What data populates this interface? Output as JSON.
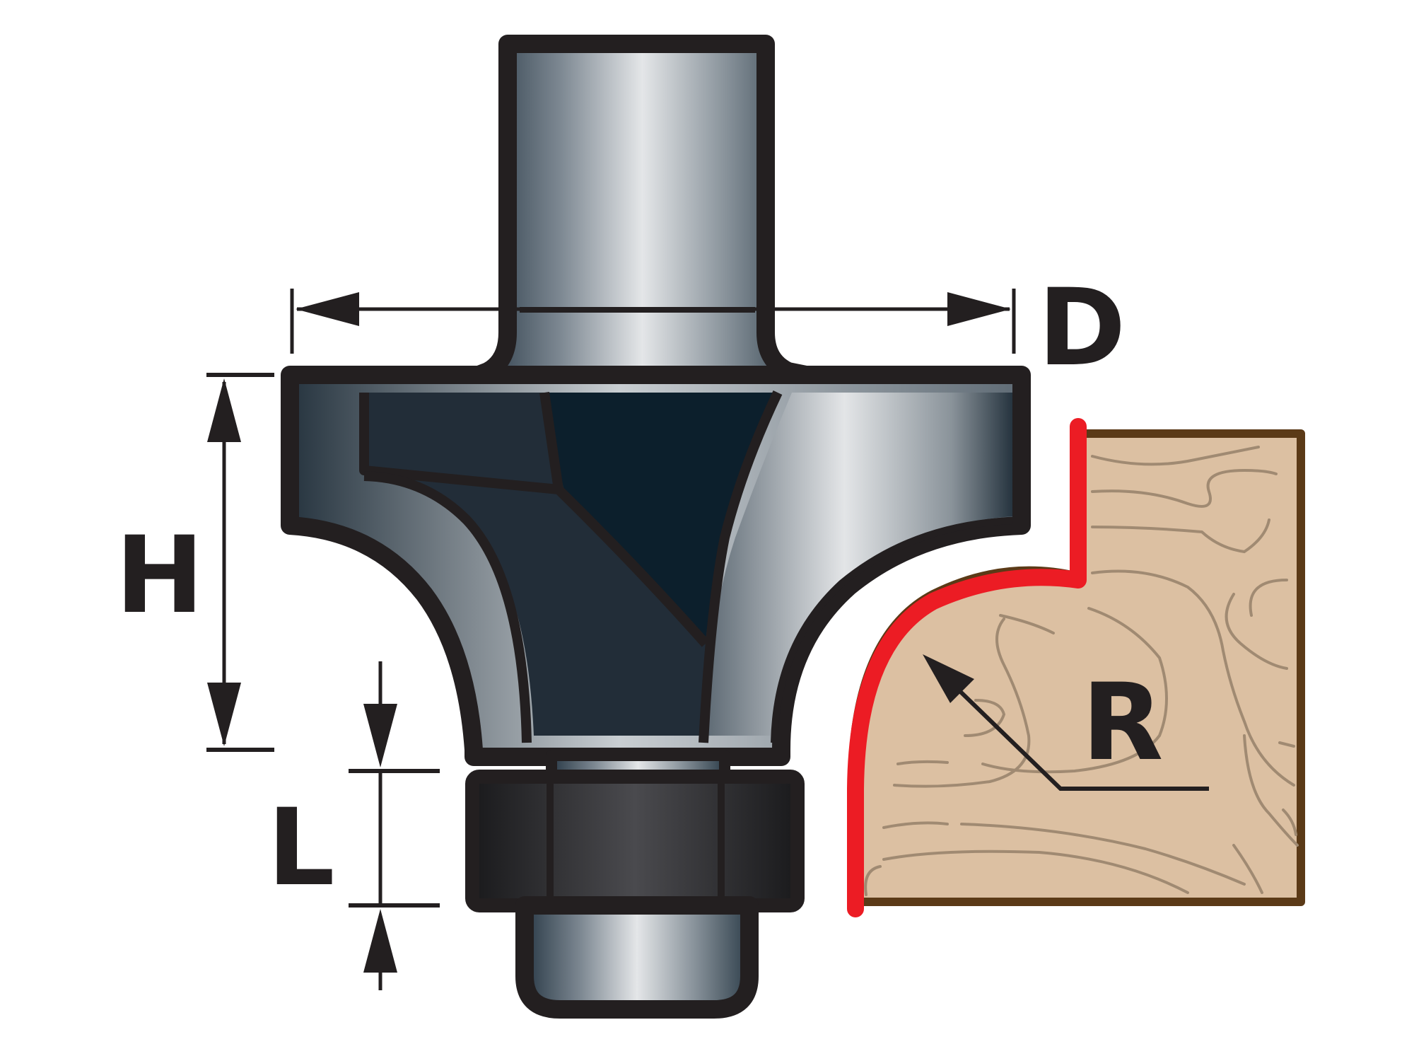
{
  "labels": {
    "diameter": "D",
    "height": "H",
    "bearing_offset": "L",
    "radius": "R"
  },
  "colors": {
    "outline": "#231f20",
    "cutter_dark": "#0c1f2c",
    "profile_line": "#ec1c24",
    "wood": "#dcc0a2",
    "wood_border": "#5b3a17",
    "wood_grain": "#a08a72"
  }
}
